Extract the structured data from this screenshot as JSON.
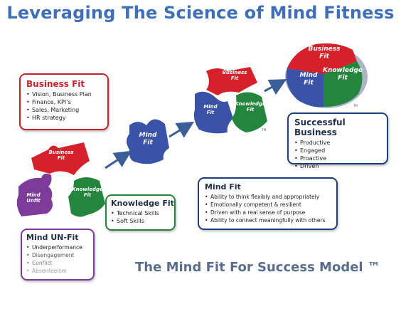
{
  "title": "Leveraging The Science of Mind Fitness",
  "model_label": "The Mind Fit For Success Model ™",
  "pieces": {
    "business_fit": "Business\nFit",
    "mind_fit": "Mind\nFit",
    "knowledge_fit": "Knowledge\nFit",
    "mind_unfit": "Mind\nUnfit",
    "trademark": "TM"
  },
  "cards": {
    "business_fit": {
      "title": "Business Fit",
      "items": [
        "Vision, Business Plan",
        "Finance, KPI’s",
        "Sales, Marketing",
        "HR strategy"
      ]
    },
    "successful_business": {
      "title": "Successful Business",
      "items": [
        "Productive",
        "Engaged",
        "Proactive",
        "Driven"
      ]
    },
    "knowledge_fit": {
      "title": "Knowledge Fit",
      "items": [
        "Technical Skills",
        "Soft Skills"
      ]
    },
    "mind_fit": {
      "title": "Mind Fit",
      "items": [
        "Ability to think flexibly and appropriately",
        "Emotionally competent  & resilient",
        "Driven with a real sense of purpose",
        "Ability to connect meaningfully with others"
      ]
    },
    "mind_unfit": {
      "title": "Mind UN-Fit",
      "items": [
        "Underperformance",
        "Disengagement",
        "Conflict",
        "Absenteeism"
      ]
    }
  },
  "colors": {
    "title": "#3f6fb8",
    "red": "#d6202a",
    "green": "#23863c",
    "blue": "#3a52a8",
    "purple": "#7d3b9a",
    "arrow": "#3a5e98"
  }
}
